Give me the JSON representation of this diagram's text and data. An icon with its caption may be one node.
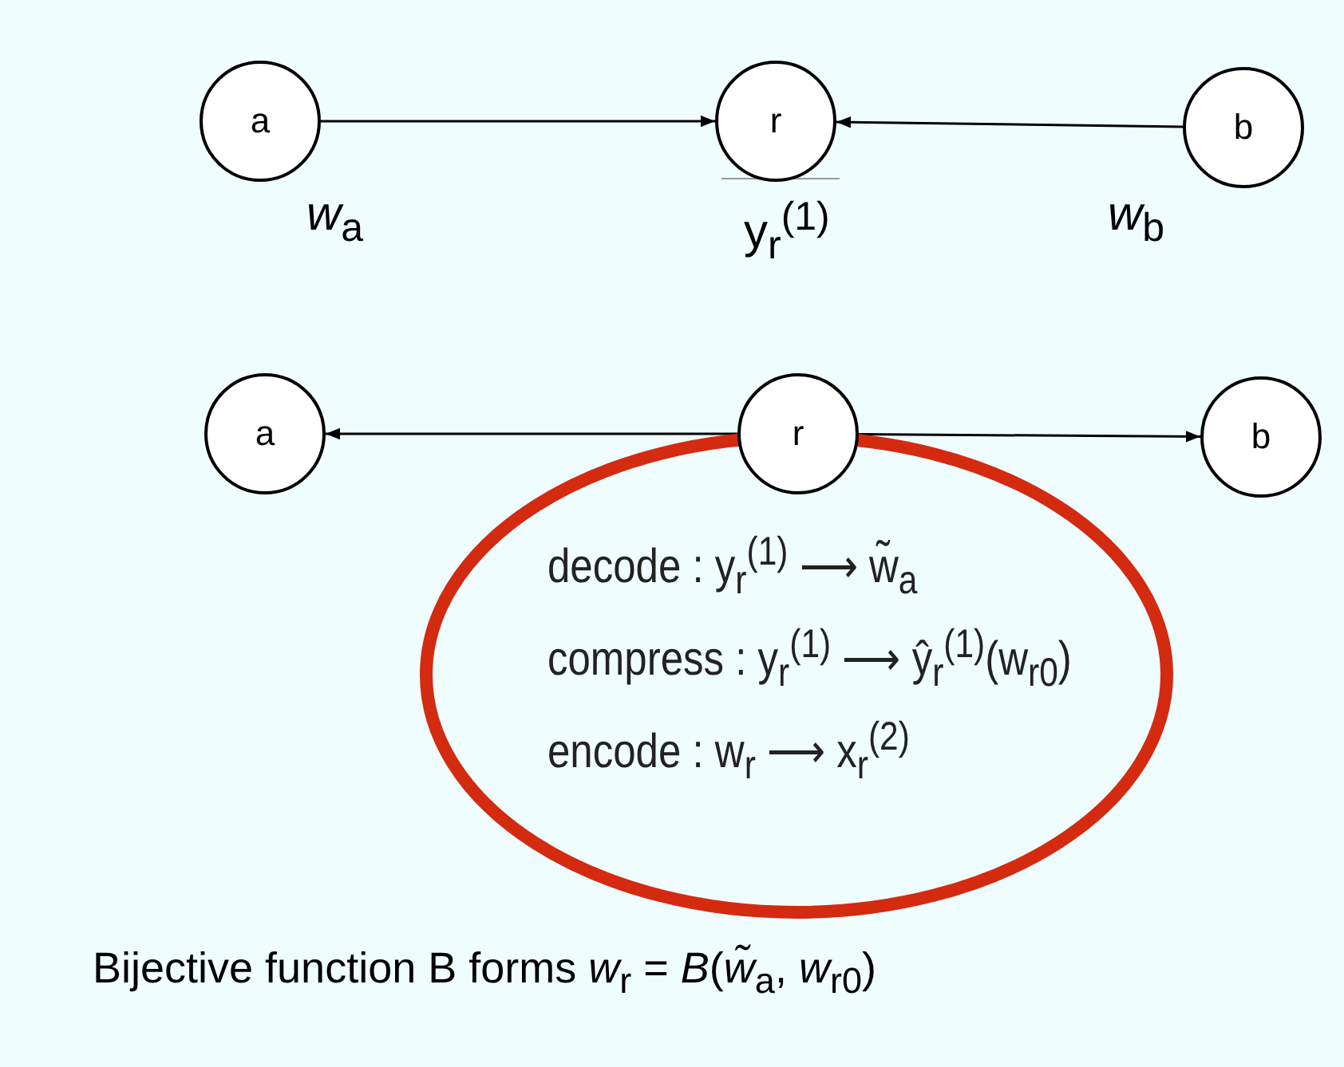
{
  "diagram": {
    "caption": "Bijective function B forms *w*$_{r}$ = *B*(*w̃*$_{a}$, *w*$_{r0}$)",
    "nodes": [
      {
        "text": [
          "a"
        ]
      },
      {
        "text": [
          "r"
        ]
      },
      {
        "text": [
          "b"
        ]
      },
      {
        "text": [
          "a"
        ]
      },
      {
        "text": [
          "r"
        ]
      },
      {
        "text": [
          "b"
        ]
      },
      {
        "text": [
          "decode : y$_{r}$$^{(1)}$ ⟶ w̃$_{a}$",
          "compress : y$_{r}$$^{(1)}$ ⟶ ŷ$_{r}$$^{(1)}$(w$_{r0}$)",
          "encode : w$_{r}$ ⟶ x$_{r}$$^{(2)}$"
        ]
      }
    ],
    "edges": [
      {
        "from": 0,
        "to": 1,
        "arrow": "to"
      },
      {
        "from": 2,
        "to": 1,
        "arrow": "to"
      },
      {
        "from": 4,
        "to": 3,
        "arrow": "to"
      },
      {
        "from": 4,
        "to": 5,
        "arrow": "to"
      }
    ],
    "labels": [
      "*w*$_{a}$",
      "y$_{r}$$^{(1)}$",
      "*w*$_{b}$"
    ]
  }
}
